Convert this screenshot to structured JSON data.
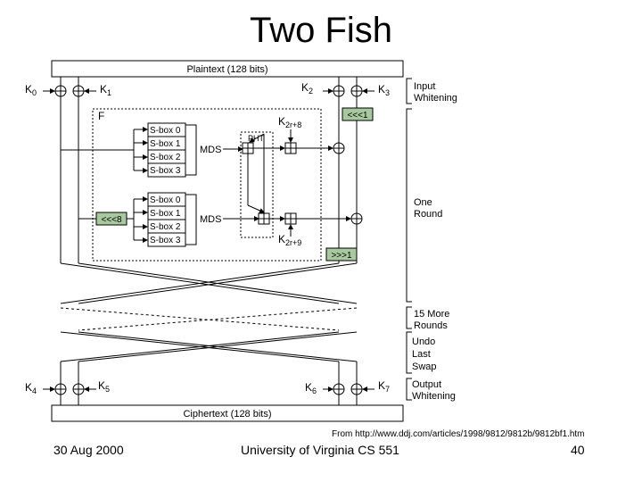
{
  "slide": {
    "title": "Two Fish",
    "source": "From http://www.ddj.com/articles/1998/9812/9812b/9812bf1.htm",
    "date": "30 Aug 2000",
    "course": "University of Virginia CS 551",
    "page": "40"
  },
  "diagram": {
    "plaintext": "Plaintext (128 bits)",
    "ciphertext": "Ciphertext (128 bits)",
    "k0": "K",
    "k0_sub": "0",
    "k1": "K",
    "k1_sub": "1",
    "k2": "K",
    "k2_sub": "2",
    "k3": "K",
    "k3_sub": "3",
    "k4": "K",
    "k4_sub": "4",
    "k5": "K",
    "k5_sub": "5",
    "k6": "K",
    "k6_sub": "6",
    "k7": "K",
    "k7_sub": "7",
    "k2r8": "K",
    "k2r8_sub": "2r+8",
    "k2r9": "K",
    "k2r9_sub": "2r+9",
    "f_label": "F",
    "pht_label": "PHT",
    "sbox_top": [
      "S-box 0",
      "S-box 1",
      "S-box 2",
      "S-box 3"
    ],
    "sbox_bottom": [
      "S-box 0",
      "S-box 1",
      "S-box 2",
      "S-box 3"
    ],
    "mds_top": "MDS",
    "mds_bottom": "MDS",
    "rot_left1": "<<<1",
    "rot_left8": "<<<8",
    "rot_right1": ">>>1",
    "input_whitening": [
      "Input",
      "Whitening"
    ],
    "one_round": [
      "One",
      "Round"
    ],
    "more_rounds": [
      "15 More",
      "Rounds"
    ],
    "undo_swap": [
      "Undo",
      "Last",
      "Swap"
    ],
    "output_whitening": [
      "Output",
      "Whitening"
    ]
  }
}
